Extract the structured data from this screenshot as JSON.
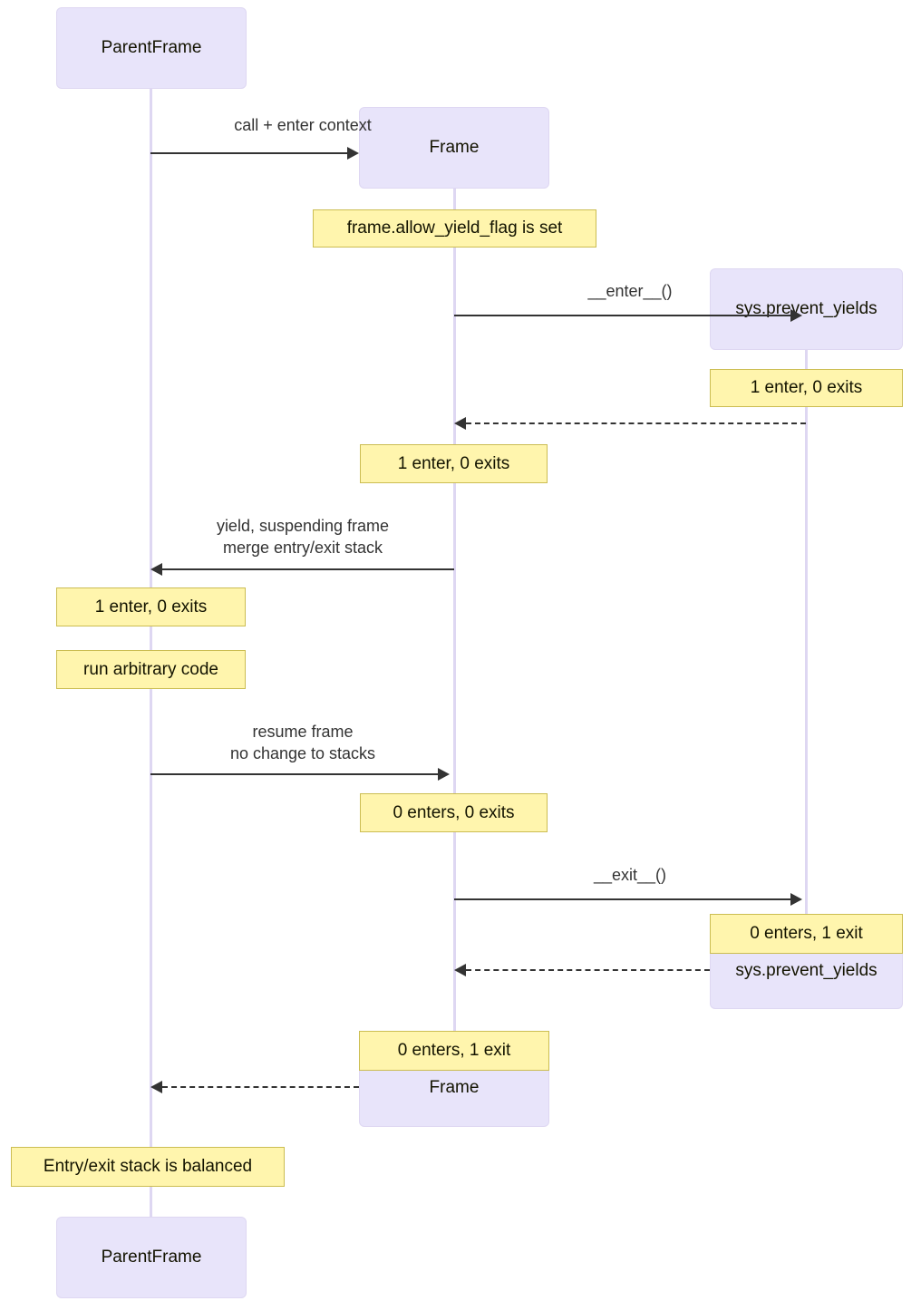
{
  "diagram": {
    "title": "Frame yield / entry-exit stack sequence diagram",
    "type": "sequence-diagram",
    "colors": {
      "actor_fill": "#e8e4fa",
      "actor_border": "#ded7f2",
      "lifeline": "#ded7f2",
      "note_fill": "#fff5ad",
      "note_border": "#cbbd52",
      "line": "#333333",
      "text": "#131300",
      "background": "#ffffff"
    }
  },
  "participants": [
    {
      "id": "parent",
      "label": "ParentFrame"
    },
    {
      "id": "frame",
      "label": "Frame"
    },
    {
      "id": "sys",
      "label": "sys.prevent_yields"
    }
  ],
  "actor_boxes": {
    "parent_top": "ParentFrame",
    "frame_top": "Frame",
    "sys_top": "sys.prevent_yields",
    "sys_bottom": "sys.prevent_yields",
    "frame_bottom": "Frame",
    "parent_bottom": "ParentFrame"
  },
  "messages": [
    {
      "id": "m1",
      "from": "parent",
      "to": "frame",
      "label": "call + enter context",
      "style": "solid"
    },
    {
      "id": "m2",
      "from": "frame",
      "to": "sys",
      "label": "__enter__()",
      "style": "solid"
    },
    {
      "id": "m3",
      "from": "sys",
      "to": "frame",
      "label": "",
      "style": "dashed"
    },
    {
      "id": "m4",
      "from": "frame",
      "to": "parent",
      "label": "yield, suspending frame\nmerge entry/exit stack",
      "style": "solid"
    },
    {
      "id": "m5",
      "from": "parent",
      "to": "frame",
      "label": "resume frame\nno change to stacks",
      "style": "solid"
    },
    {
      "id": "m6",
      "from": "frame",
      "to": "sys",
      "label": "__exit__()",
      "style": "solid"
    },
    {
      "id": "m7",
      "from": "sys",
      "to": "frame",
      "label": "",
      "style": "dashed"
    },
    {
      "id": "m8",
      "from": "frame",
      "to": "parent",
      "label": "",
      "style": "dashed"
    }
  ],
  "notes": {
    "n1": "frame.allow_yield_flag is set",
    "n2": "1 enter, 0 exits",
    "n3": "1 enter, 0 exits",
    "n4": "1 enter, 0 exits",
    "n5": "run arbitrary code",
    "n6": "0 enters, 0 exits",
    "n7": "0 enters, 1 exit",
    "n8": "0 enters, 1 exit",
    "n9": "Entry/exit stack is balanced"
  }
}
